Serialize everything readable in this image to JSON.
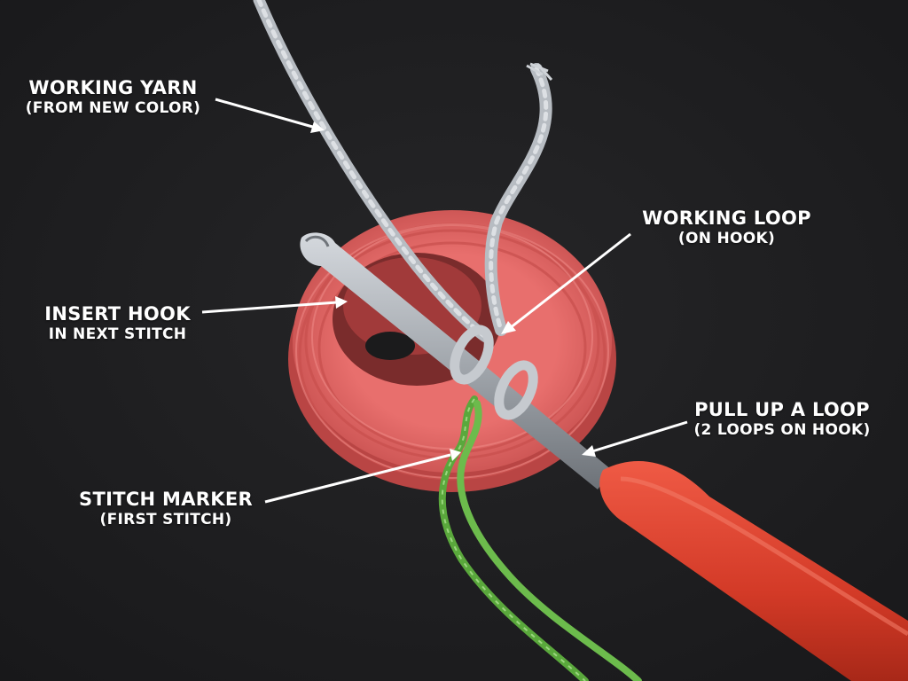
{
  "colors": {
    "background": "#1f1f20",
    "label_text": "#ffffff",
    "crochet_piece": "#e46a6a",
    "working_yarn": "#c3c7cc",
    "stitch_marker": "#66b446",
    "hook_shaft": "#a8adb3",
    "hook_handle": "#d63b28"
  },
  "labels": {
    "working_yarn": {
      "main": "WORKING YARN",
      "sub": "(FROM NEW COLOR)"
    },
    "working_loop": {
      "main": "WORKING LOOP",
      "sub": "(ON HOOK)"
    },
    "insert_hook": {
      "main": "INSERT HOOK",
      "sub": "IN NEXT STITCH"
    },
    "pull_up_loop": {
      "main": "PULL UP A LOOP",
      "sub": "(2 LOOPS ON HOOK)"
    },
    "stitch_marker": {
      "main": "STITCH MARKER",
      "sub": "(FIRST STITCH)"
    }
  }
}
